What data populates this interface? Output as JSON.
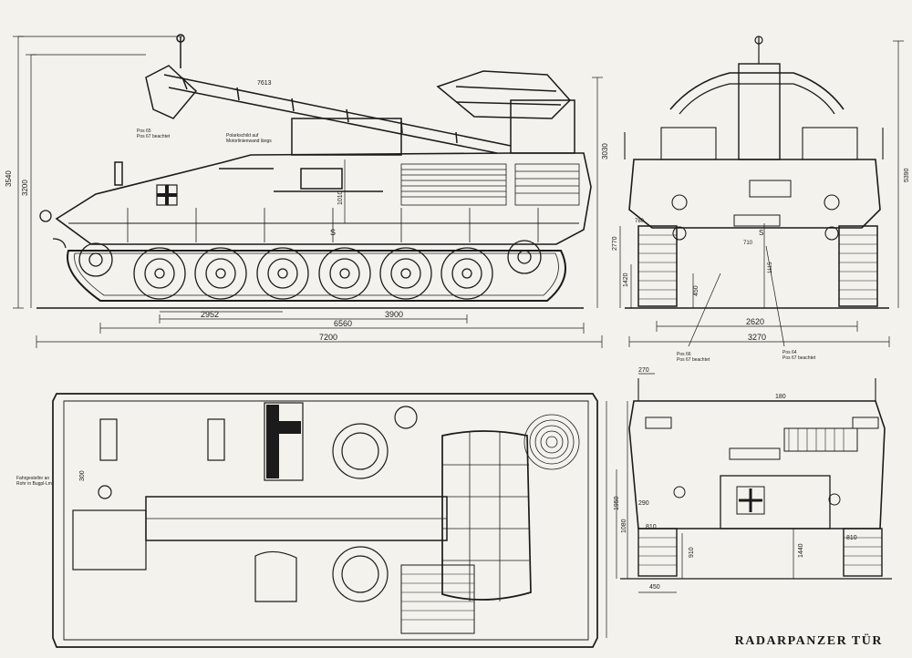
{
  "title": "RADARPANZER TÜR",
  "colors": {
    "paper": "#f4f2ec",
    "ink": "#1b1b1b"
  },
  "side_view": {
    "overall_length": "7200",
    "length_6560": "6560",
    "length_3900": "3900",
    "wheelbase_2952": "2952",
    "height_3540": "3540",
    "height_3200": "3200",
    "height_3030": "3030",
    "height_1010": "1010",
    "mark_s": "S",
    "note_pos65": "Pos 65",
    "note_pos65_b": "Pos 67 beachtet",
    "note_mast": "Polarkschild auf",
    "note_mast_b": "Motorlinienwand längs",
    "boom_label": "7613"
  },
  "front_view": {
    "width_3270": "3270",
    "track_2620": "2620",
    "height_5390": "5390",
    "height_2770": "2770",
    "height_1420": "1420",
    "dim_450": "450",
    "dim_780": "780",
    "dim_710": "710",
    "dim_1115": "1115",
    "mark_s": "S",
    "note_pos66": "Pos 66",
    "note_pos66_b": "Pos 67 beachtet",
    "note_pos64": "Pos 64",
    "note_pos64_b": "Pos 67 beachtet"
  },
  "rear_view": {
    "dim_270": "270",
    "dim_180": "180",
    "dim_290": "290",
    "dim_810": "810",
    "dim_1950": "1950",
    "dim_1080": "1080",
    "dim_1440": "1440",
    "dim_450": "450",
    "dim_910": "910",
    "dim_810b": "810"
  },
  "top_view": {
    "dim_300": "300",
    "note_left": "Fahrgestellnr an",
    "note_left_b": "Rohr in Bugpl-Lm"
  }
}
